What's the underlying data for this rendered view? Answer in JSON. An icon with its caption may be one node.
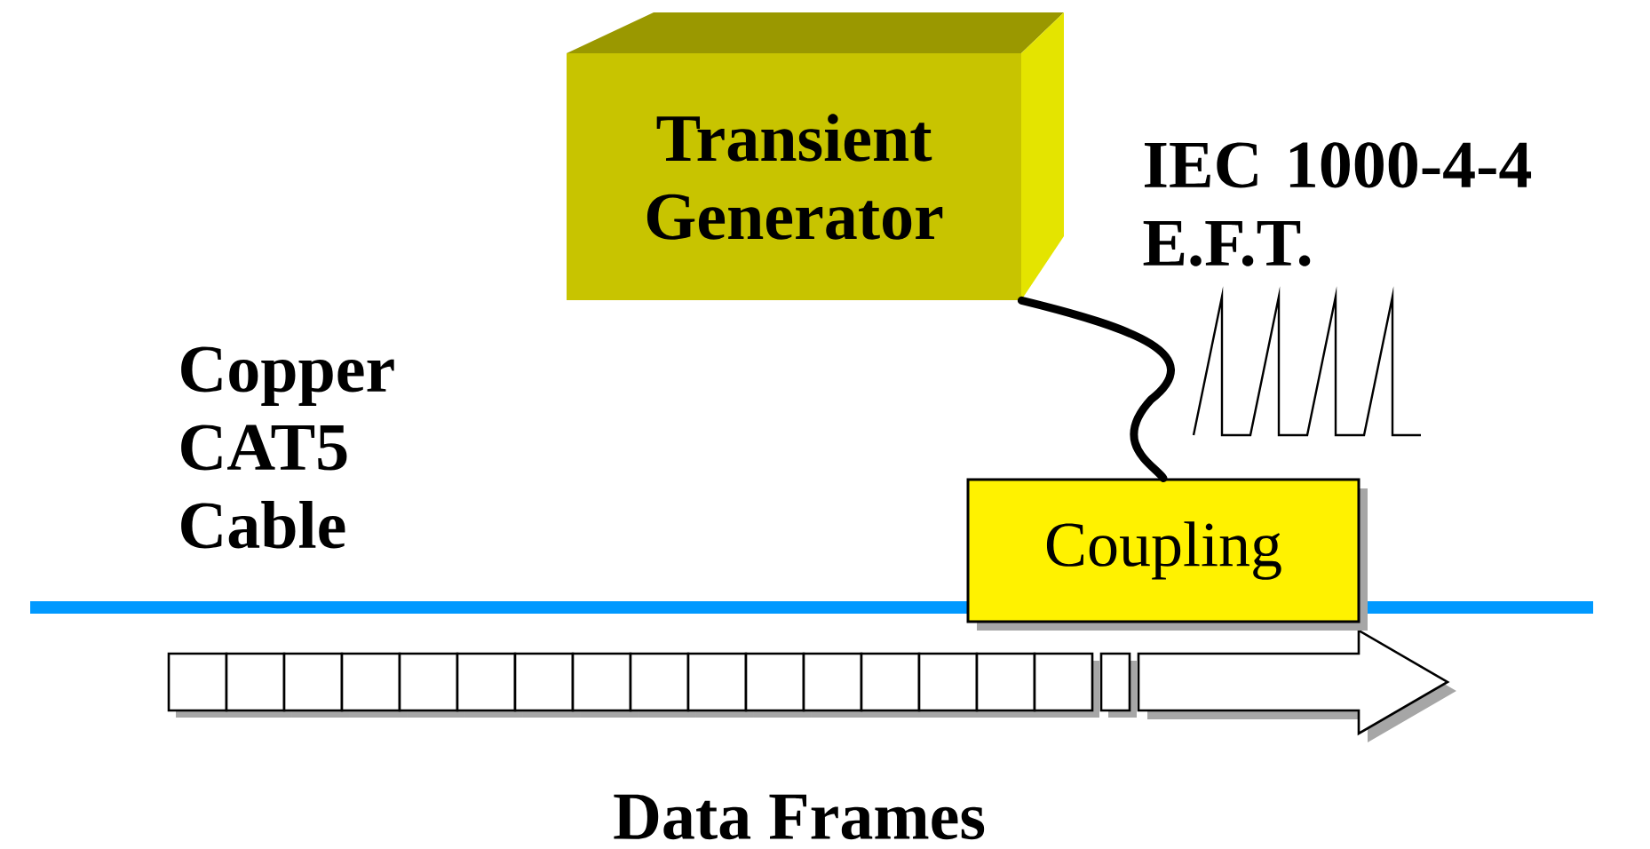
{
  "diagram": {
    "nodes": [
      {
        "text": [
          "Transient Generator"
        ]
      },
      {
        "text": [
          "Coupling"
        ]
      }
    ],
    "edges": [
      {
        "from": 0,
        "to": 1,
        "arrow": "none"
      }
    ],
    "labels": [
      "IEC 1000-4-4 E.F.T.",
      "Copper CAT5 Cable",
      "Data Frames"
    ]
  }
}
